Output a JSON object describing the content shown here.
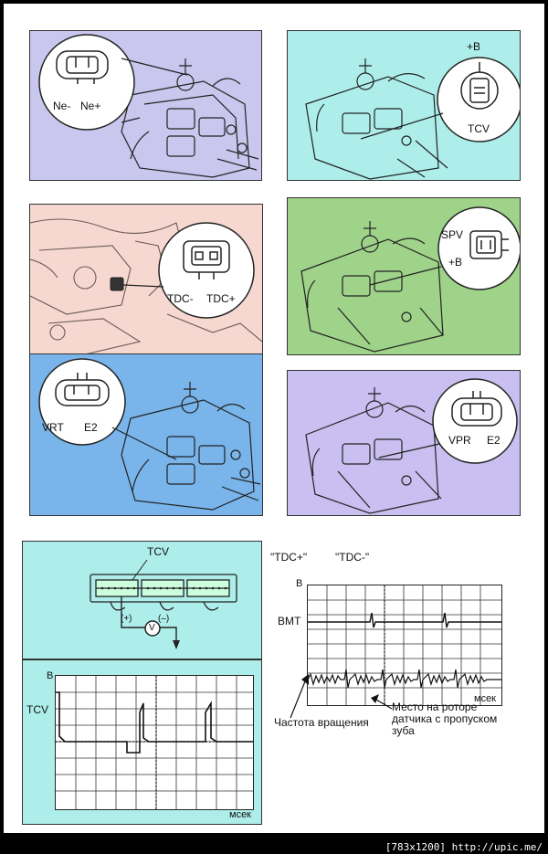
{
  "panels": {
    "ne": {
      "bg": "#c9c7ee",
      "labels": [
        "Ne-",
        "Ne+"
      ]
    },
    "tcv": {
      "bg": "#aeeeea",
      "labels": [
        "+B",
        "TCV"
      ]
    },
    "tdc": {
      "bg": "#f6d8d0",
      "labels": [
        "TDC-",
        "TDC+"
      ]
    },
    "spv": {
      "bg": "#9fd38a",
      "labels": [
        "SPV",
        "+B"
      ]
    },
    "vrt": {
      "bg": "#79b4ea",
      "labels": [
        "VRT",
        "E2"
      ]
    },
    "vpr": {
      "bg": "#c9bff0",
      "labels": [
        "VPR",
        "E2"
      ]
    }
  },
  "meter_panel": {
    "bg": "#aeeeea",
    "title": "TCV",
    "plus": "(+)",
    "minus": "(–)",
    "meter_symbol": "V"
  },
  "tcv_scope": {
    "y_unit": "В",
    "channel": "TCV",
    "x_unit": "мсек"
  },
  "tdc_scope": {
    "header_plus": "\"TDC+\"",
    "header_minus": "\"TDC-\"",
    "y_unit": "В",
    "channel": "ВМТ",
    "x_unit": "мсек",
    "callout_speed": "Частота вращения",
    "callout_gap": [
      "Место на роторе",
      "датчика с пропуском",
      "зуба"
    ]
  },
  "footer": "[783x1200] http://upic.me/"
}
